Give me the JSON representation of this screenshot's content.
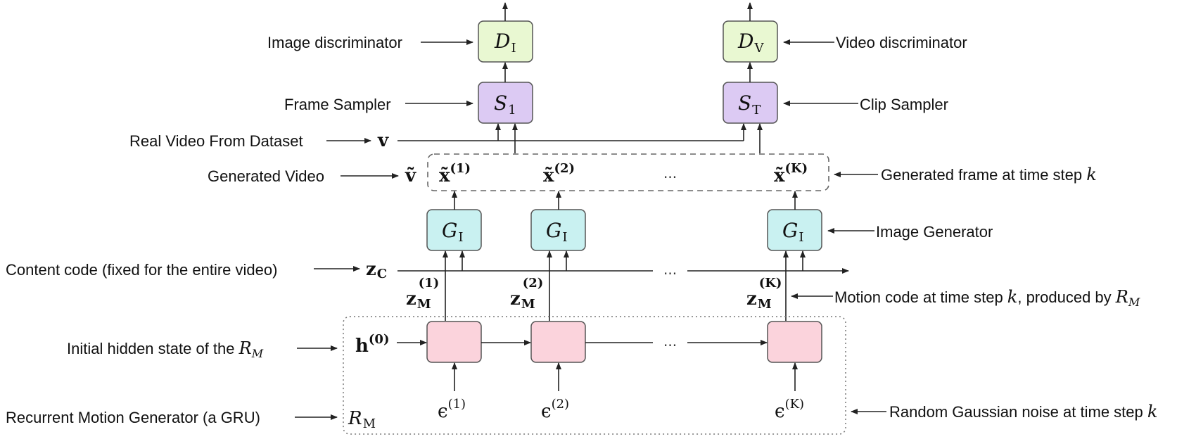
{
  "labels": {
    "image_discriminator": "Image discriminator",
    "video_discriminator": "Video discriminator",
    "frame_sampler": "Frame Sampler",
    "clip_sampler": "Clip Sampler",
    "real_video": "Real Video From Dataset",
    "generated_video": "Generated Video",
    "generated_frame": "Generated frame at time step ",
    "image_generator": "Image Generator",
    "content_code": "Content code (fixed for the entire video)",
    "motion_code": "Motion code at time step ",
    "motion_code_mid": ", produced by ",
    "initial_hidden": "Initial hidden state of the ",
    "recurrent_gen": "Recurrent Motion Generator (a GRU)",
    "random_noise": "Random Gaussian noise at time step "
  },
  "symbols": {
    "D": "D",
    "D_I_sub": "I",
    "D_V_sub": "V",
    "S": "S",
    "S1_sub": "1",
    "ST_sub": "T",
    "G": "G",
    "G_sub": "I",
    "v": "v",
    "v_tilde": "ṽ",
    "x_tilde": "x̃",
    "sup1": "(1)",
    "sup2": "(2)",
    "supK": "(K)",
    "sup0": "(0)",
    "z": "z",
    "zC_sub": "C",
    "zM_sub": "M",
    "h": "h",
    "eps": "ϵ",
    "R": "R",
    "RM_sub": "M",
    "RM_italic_sub": "M",
    "k": "k",
    "ellipsis": "..."
  },
  "colors": {
    "discriminator_fill": "#e9f8d2",
    "sampler_fill": "#dccaf3",
    "generator_fill": "#c9f1f1",
    "rnn_fill": "#fbd3dc",
    "stroke": "#555555"
  }
}
